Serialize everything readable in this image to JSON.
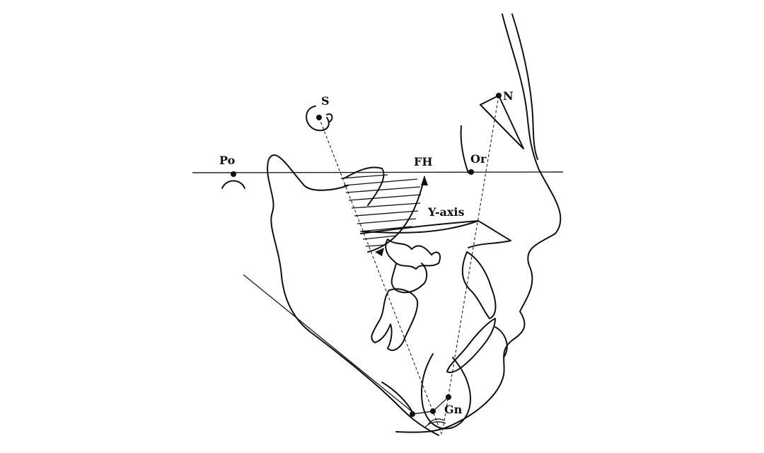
{
  "labels": {
    "s": "S",
    "po": "Po",
    "fh": "FH",
    "or": "Or",
    "n": "N",
    "y_axis": "Y-axis",
    "gn": "Gn"
  }
}
